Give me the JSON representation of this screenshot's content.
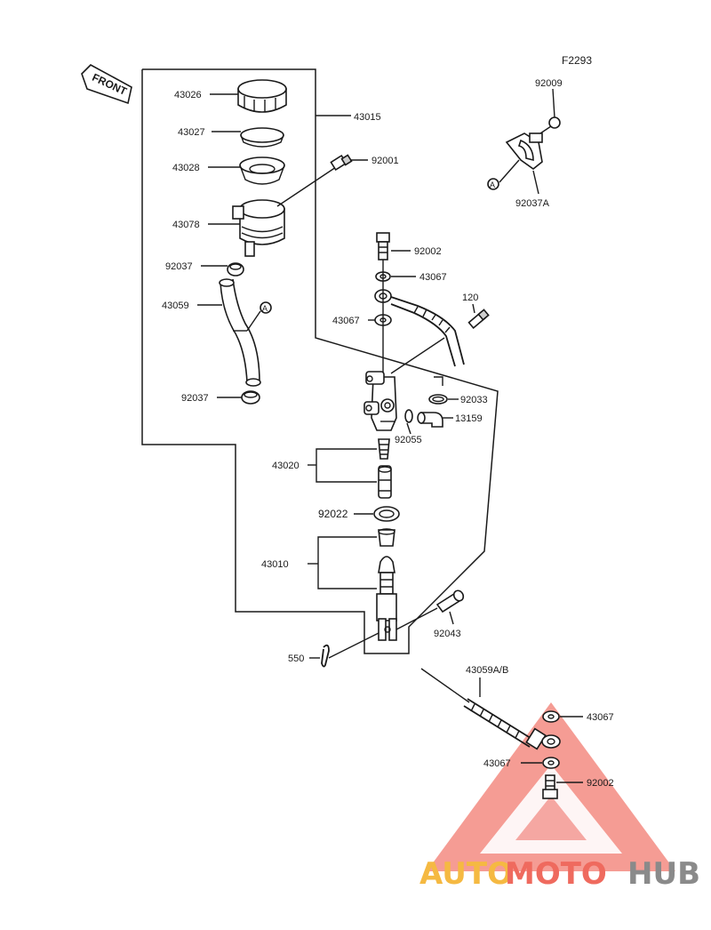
{
  "diagram_code": "F2293",
  "front_arrow": "FRONT",
  "callout_marker": "A",
  "parts": {
    "p43026": "43026",
    "p43027": "43027",
    "p43028": "43028",
    "p43078": "43078",
    "p92037_top": "92037",
    "p43059": "43059",
    "p92037_bottom": "92037",
    "p43015": "43015",
    "p92001": "92001",
    "p92009": "92009",
    "p92037A": "92037A",
    "p92002_top": "92002",
    "p43067_upper": "43067",
    "p43067_left": "43067",
    "p120": "120",
    "p92033": "92033",
    "p13159": "13159",
    "p92055": "92055",
    "p43020": "43020",
    "p92022": "92022",
    "p43010": "43010",
    "p92043": "92043",
    "p550": "550",
    "p43059AB": "43059A/B",
    "p43067_lower_right": "43067",
    "p43067_lower_left": "43067",
    "p92002_bottom": "92002"
  },
  "watermark": {
    "auto": "AUTO",
    "moto": "MOTO",
    "hub": "HUB",
    "colors": {
      "auto": "#f5b942",
      "moto": "#ef6a5e",
      "hub": "#8a8a8a",
      "triangle": "#ec4a3d"
    }
  }
}
